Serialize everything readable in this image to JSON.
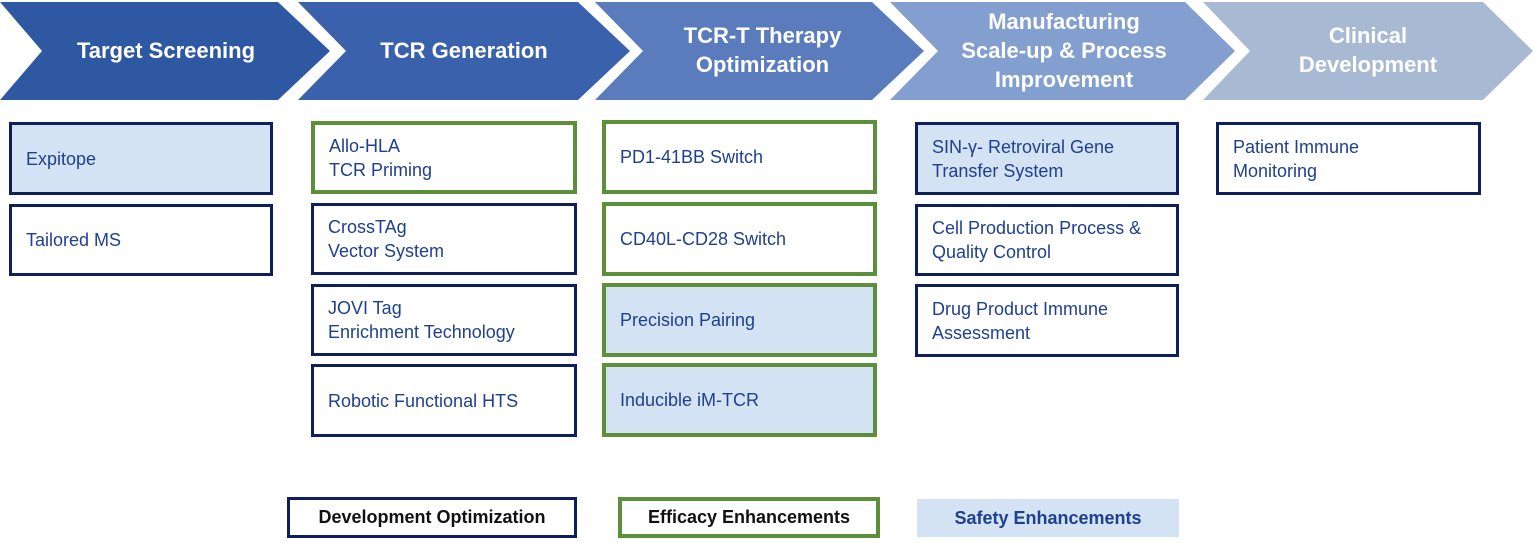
{
  "stages": [
    {
      "label": "Target Screening",
      "color": "#2f58a3"
    },
    {
      "label": "TCR Generation",
      "color": "#3a61ab"
    },
    {
      "label": "TCR-T Therapy\nOptimization",
      "color": "#5a7cbc"
    },
    {
      "label": "Manufacturing\nScale-up & Process\nImprovement",
      "color": "#829fcf"
    },
    {
      "label": "Clinical\nDevelopment",
      "color": "#a7b9d3"
    }
  ],
  "columns": [
    {
      "items": [
        {
          "text": "Expitope",
          "border": "development",
          "fill": "safety"
        },
        {
          "text": "Tailored MS",
          "border": "development",
          "fill": "none"
        }
      ]
    },
    {
      "items": [
        {
          "text": "Allo-HLA\nTCR Priming",
          "border": "efficacy",
          "fill": "none"
        },
        {
          "text": "CrossTAg\nVector System",
          "border": "development",
          "fill": "none"
        },
        {
          "text": "JOVI Tag\nEnrichment  Technology",
          "border": "development",
          "fill": "none"
        },
        {
          "text": "Robotic Functional  HTS",
          "border": "development",
          "fill": "none"
        }
      ]
    },
    {
      "items": [
        {
          "text": "PD1-41BB Switch",
          "border": "efficacy",
          "fill": "none"
        },
        {
          "text": "CD40L-CD28 Switch",
          "border": "efficacy",
          "fill": "none"
        },
        {
          "text": "Precision Pairing",
          "border": "efficacy",
          "fill": "safety"
        },
        {
          "text": "Inducible  iM-TCR",
          "border": "efficacy",
          "fill": "safety"
        }
      ]
    },
    {
      "items": [
        {
          "text": "SIN-γ-  Retroviral  Gene\nTransfer System",
          "border": "development",
          "fill": "safety"
        },
        {
          "text": "Cell Production Process &\nQuality  Control",
          "border": "development",
          "fill": "none"
        },
        {
          "text": "Drug Product Immune\nAssessment",
          "border": "development",
          "fill": "none"
        }
      ]
    },
    {
      "items": [
        {
          "text": "Patient Immune\nMonitoring",
          "border": "development",
          "fill": "none"
        }
      ]
    }
  ],
  "legend": [
    {
      "label": "Development Optimization",
      "type": "development"
    },
    {
      "label": "Efficacy Enhancements",
      "type": "efficacy"
    },
    {
      "label": "Safety Enhancements",
      "type": "safety"
    }
  ],
  "colors": {
    "development_border": "#0f1f5c",
    "efficacy_border": "#5b8f3a",
    "safety_fill": "#d3e3f3",
    "item_text": "#1f3f8f"
  }
}
